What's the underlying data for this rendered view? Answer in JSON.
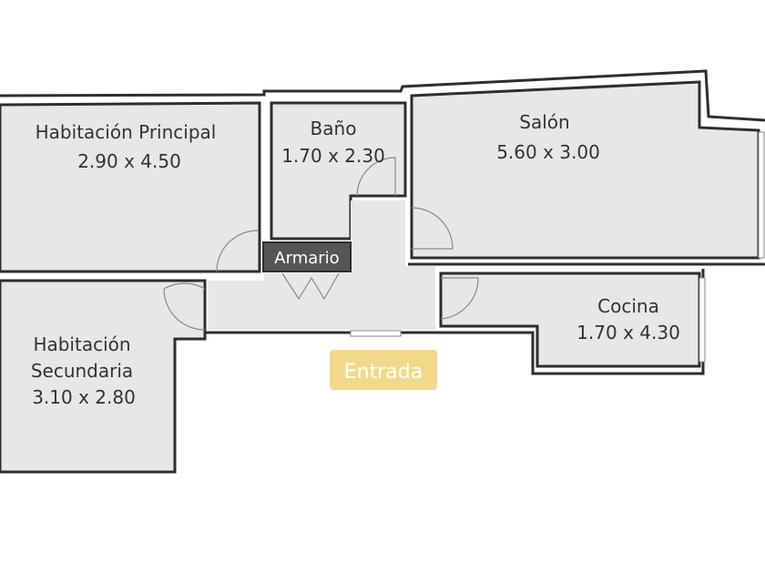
{
  "rooms": {
    "principal": {
      "name": "Habitación Principal",
      "size": "2.90 x 4.50"
    },
    "bano": {
      "name": "Baño",
      "size": "1.70 x 2.30"
    },
    "salon": {
      "name": "Salón",
      "size": "5.60 x 3.00"
    },
    "cocina": {
      "name": "Cocina",
      "size": "1.70 x 4.30"
    },
    "secundaria": {
      "name_line1": "Habitación",
      "name_line2": "Secundaria",
      "size": "3.10 x 2.80"
    }
  },
  "armario": "Armario",
  "entrada": "Entrada",
  "colors": {
    "room_fill": "#e7e7e7",
    "wall": "#2e2e2e",
    "armario": "#555555",
    "entrada": "#f2d98a"
  }
}
